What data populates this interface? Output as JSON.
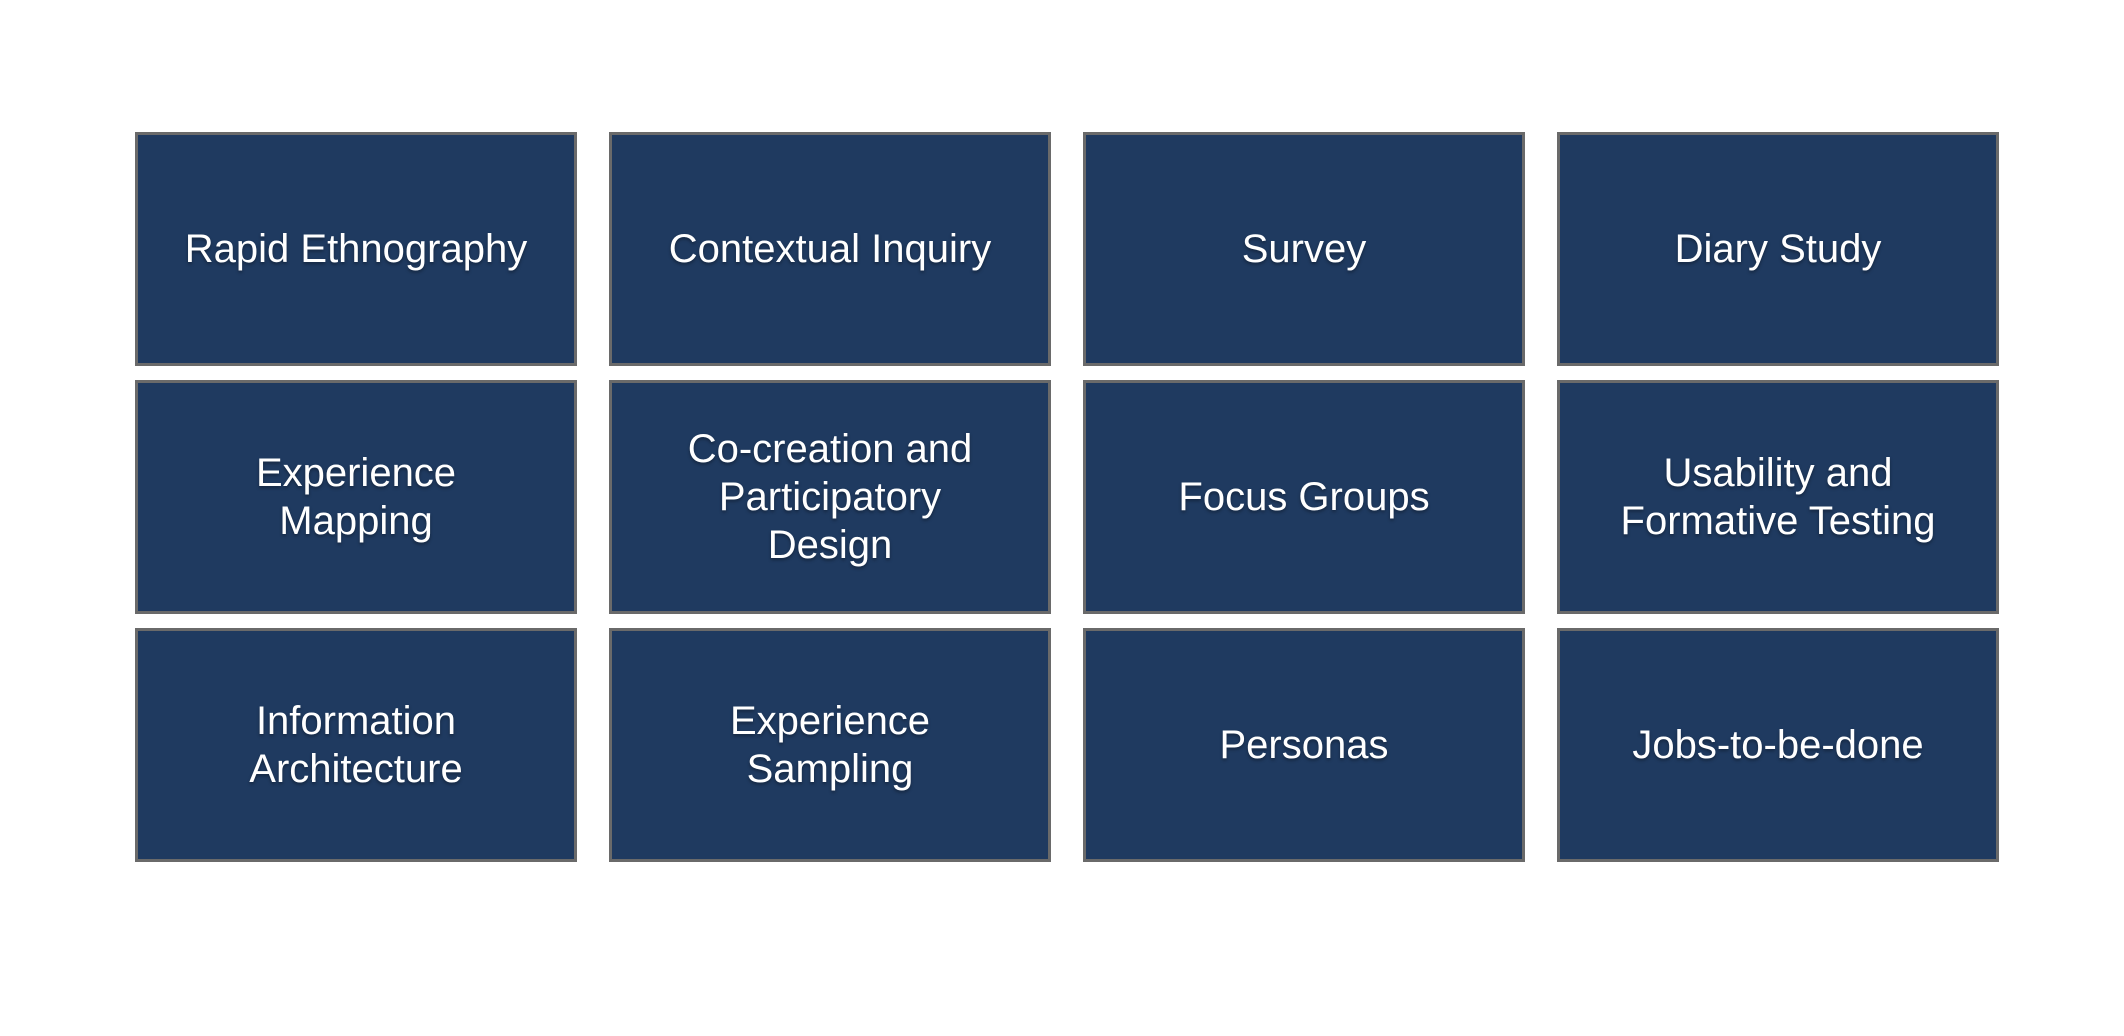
{
  "theme": {
    "page_background": "#ffffff",
    "tile_fill": "#1f3a60",
    "tile_border": "#6a6a6a",
    "tile_text_color": "#ffffff"
  },
  "grid": {
    "rows": 3,
    "columns": 4,
    "tiles": [
      {
        "label": "Rapid Ethnography"
      },
      {
        "label": "Contextual Inquiry"
      },
      {
        "label": "Survey"
      },
      {
        "label": "Diary Study"
      },
      {
        "label": "Experience\nMapping"
      },
      {
        "label": "Co-creation and\nParticipatory\nDesign"
      },
      {
        "label": "Focus Groups"
      },
      {
        "label": "Usability and\nFormative Testing"
      },
      {
        "label": "Information\nArchitecture"
      },
      {
        "label": "Experience\nSampling"
      },
      {
        "label": "Personas"
      },
      {
        "label": "Jobs-to-be-done"
      }
    ]
  }
}
